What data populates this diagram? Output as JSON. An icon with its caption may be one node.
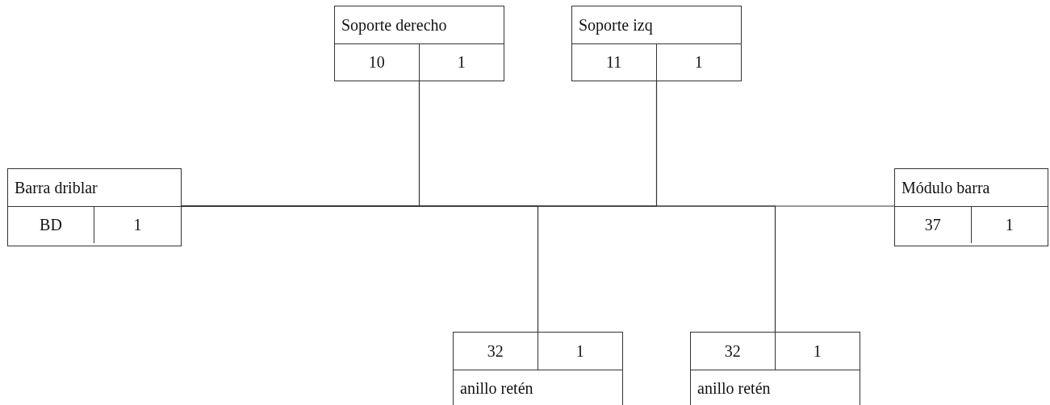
{
  "diagram": {
    "nodes": [
      {
        "text": [
          "Barra driblar",
          "BD",
          "1"
        ]
      },
      {
        "text": [
          "Soporte derecho",
          "10",
          "1"
        ]
      },
      {
        "text": [
          "Soporte izq",
          "11",
          "1"
        ]
      },
      {
        "text": [
          "Módulo barra",
          "37",
          "1"
        ]
      },
      {
        "text": [
          "32",
          "1",
          "anillo retén"
        ]
      },
      {
        "text": [
          "32",
          "1",
          "anillo retén"
        ]
      }
    ],
    "edges": [
      {
        "from": 0,
        "to": 3,
        "arrow": "none"
      },
      {
        "from": 0,
        "to": 1,
        "arrow": "none"
      },
      {
        "from": 0,
        "to": 2,
        "arrow": "none"
      },
      {
        "from": 0,
        "to": 4,
        "arrow": "none"
      },
      {
        "from": 0,
        "to": 5,
        "arrow": "none"
      }
    ]
  }
}
